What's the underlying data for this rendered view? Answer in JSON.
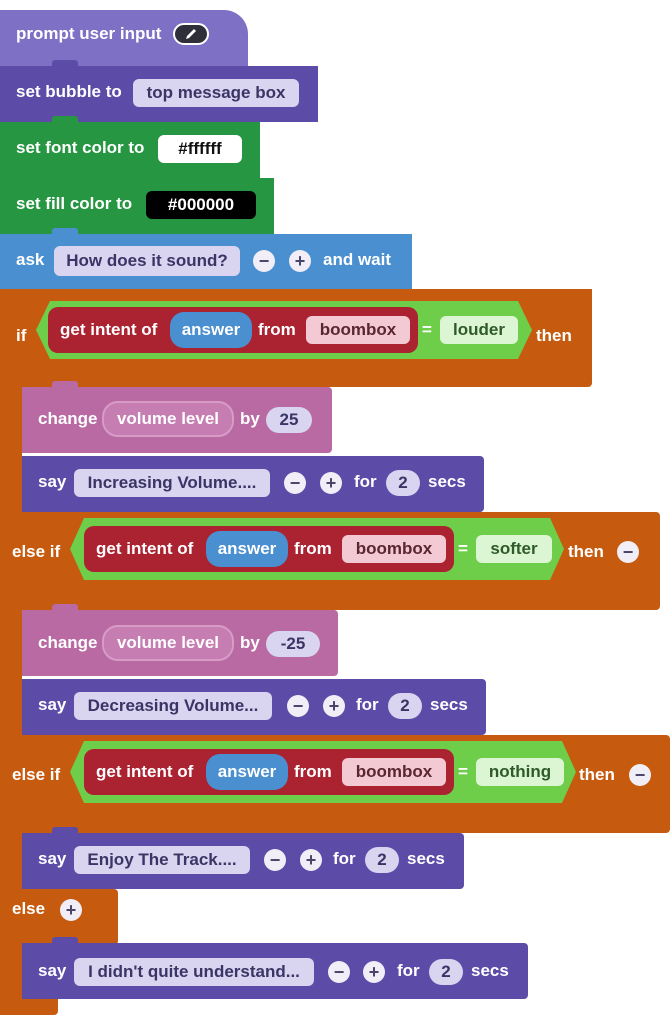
{
  "colors": {
    "event": "#7d70c5",
    "looks": "#5c4ca8",
    "pen": "#279642",
    "sensing": "#4a8fcf",
    "control": "#c65a0e",
    "variables": "#b96aa2",
    "operator": "#6ece4a",
    "ai": "#ab2231"
  },
  "event_block": {
    "label": "prompt user input",
    "icon": "pencil-icon"
  },
  "set_bubble": {
    "prefix": "set bubble to",
    "value": "top message box"
  },
  "set_font": {
    "prefix": "set font color to",
    "value": "#ffffff"
  },
  "set_fill": {
    "prefix": "set fill color to",
    "value": "#000000"
  },
  "ask": {
    "prefix": "ask",
    "value": "How does it sound?",
    "suffix": "and wait"
  },
  "if_block": {
    "if_label": "if",
    "then_label": "then",
    "cond1": {
      "get": "get intent of",
      "var": "answer",
      "from": "from",
      "model": "boombox",
      "eq": "=",
      "value": "louder"
    },
    "change1": {
      "prefix": "change",
      "var": "volume level",
      "by": "by",
      "value": "25"
    },
    "say1": {
      "prefix": "say",
      "text": "Increasing Volume....",
      "for": "for",
      "secs_value": "2",
      "secs": "secs"
    },
    "elseif1_label": "else if",
    "cond2": {
      "get": "get intent of",
      "var": "answer",
      "from": "from",
      "model": "boombox",
      "eq": "=",
      "value": "softer"
    },
    "change2": {
      "prefix": "change",
      "var": "volume level",
      "by": "by",
      "value": "-25"
    },
    "say2": {
      "prefix": "say",
      "text": "Decreasing Volume...",
      "for": "for",
      "secs_value": "2",
      "secs": "secs"
    },
    "elseif2_label": "else if",
    "cond3": {
      "get": "get intent of",
      "var": "answer",
      "from": "from",
      "model": "boombox",
      "eq": "=",
      "value": "nothing"
    },
    "say3": {
      "prefix": "say",
      "text": "Enjoy The Track....",
      "for": "for",
      "secs_value": "2",
      "secs": "secs"
    },
    "else_label": "else",
    "say4": {
      "prefix": "say",
      "text": "I didn't quite understand...",
      "for": "for",
      "secs_value": "2",
      "secs": "secs"
    }
  },
  "symbols": {
    "minus": "−",
    "plus": "+"
  }
}
